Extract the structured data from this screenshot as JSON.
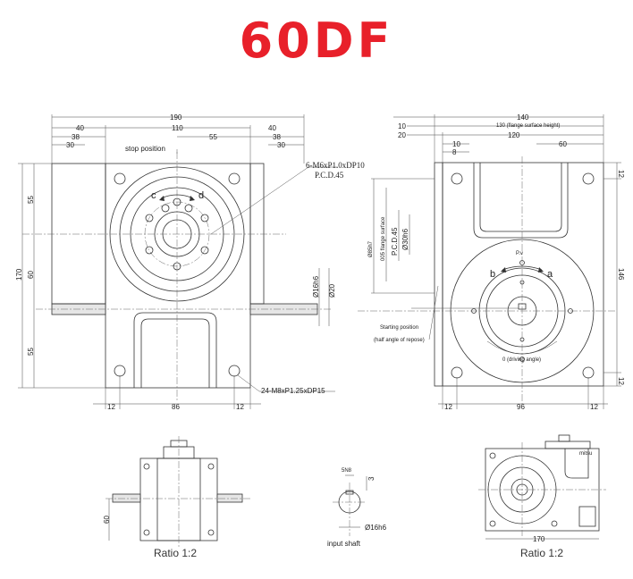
{
  "title": "60DF",
  "colors": {
    "title": "#e8202a",
    "line": "#333333"
  },
  "front_view": {
    "dims": {
      "overall_width": "190",
      "center": "110",
      "left_40": "40",
      "right_40": "40",
      "left_38": "38",
      "right_38": "38",
      "left_30": "30",
      "right_30": "30",
      "half_55": "55",
      "height_170": "170",
      "h_55_top": "55",
      "h_60": "60",
      "h_55_bottom": "55",
      "bottom_12_left": "12",
      "bottom_86": "86",
      "bottom_12_right": "12",
      "shaft_dia_16": "Ø16h6",
      "shaft_dia_20": "Ø20"
    },
    "labels": {
      "stop_position": "stop position",
      "c": "c",
      "d": "d",
      "thread_note_1": "6-M6xP1.0xDP10",
      "thread_note_2": "P.C.D.45",
      "bottom_note": "24-M8xP1.25xDP15"
    }
  },
  "side_view": {
    "dims": {
      "overall": "140",
      "flange_note": "130 (flange surface height)",
      "d10": "10",
      "d20": "20",
      "d120": "120",
      "r10": "10",
      "r8": "8",
      "r60": "60",
      "r12_top": "12",
      "r146": "146",
      "r12_bottom": "12",
      "b12_left": "12",
      "b96": "96",
      "b12_right": "12",
      "v_85": "Ø85h7",
      "v_flange": "005 flange surface",
      "pcd": "P.C.D.45",
      "v_30": "Ø30h6"
    },
    "labels": {
      "pv": "P.v",
      "a": "a",
      "b": "b",
      "starting_position": "Starting position",
      "half_angle": "(half angle of repose)",
      "driving_angle": "0 (driving angle)"
    }
  },
  "bottom_left": {
    "dim_60": "60",
    "caption": "Ratio 1:2"
  },
  "bottom_center": {
    "dim_5n8": "5N8",
    "dim_3": "3",
    "dim_16": "Ø16h6",
    "caption": "input shaft"
  },
  "bottom_right": {
    "dim_170": "170",
    "tag": "mitsu",
    "caption": "Ratio 1:2"
  }
}
